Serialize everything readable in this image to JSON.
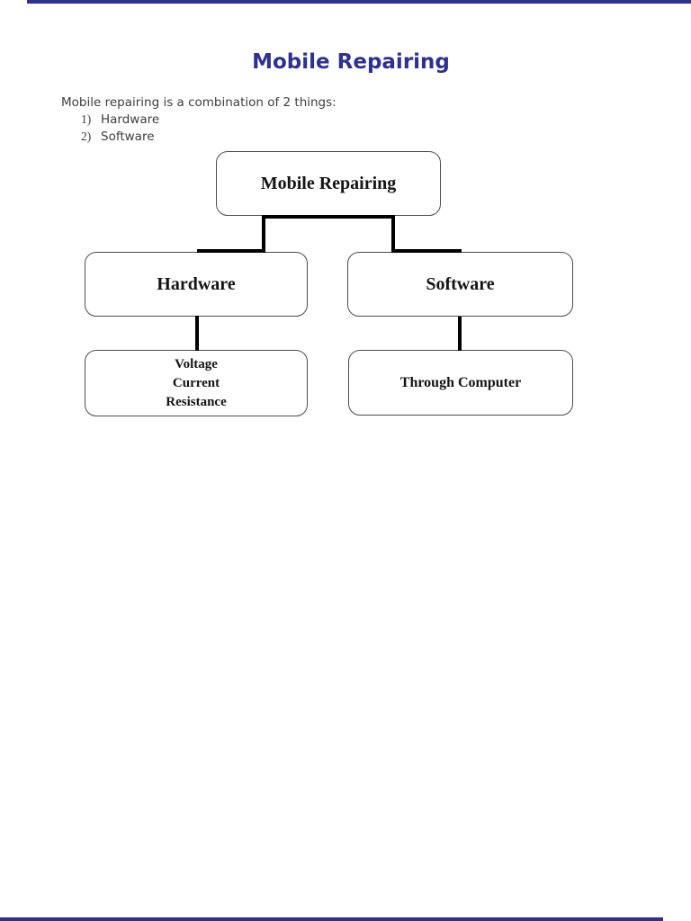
{
  "decor": {
    "bar_color": "#2e3192"
  },
  "document": {
    "title": "Mobile Repairing",
    "title_color": "#2e3192",
    "intro": "Mobile repairing is a combination of 2 things:",
    "list": [
      {
        "number": "1)",
        "label": "Hardware"
      },
      {
        "number": "2)",
        "label": "Software"
      }
    ]
  },
  "diagram": {
    "root_label": "Mobile Repairing",
    "left_label": "Hardware",
    "right_label": "Software",
    "left_detail_lines": [
      "Voltage",
      "Current",
      "Resistance"
    ],
    "right_detail_label": "Through Computer",
    "connector_color": "#000000",
    "node_border_color": "#4d4d4d"
  }
}
